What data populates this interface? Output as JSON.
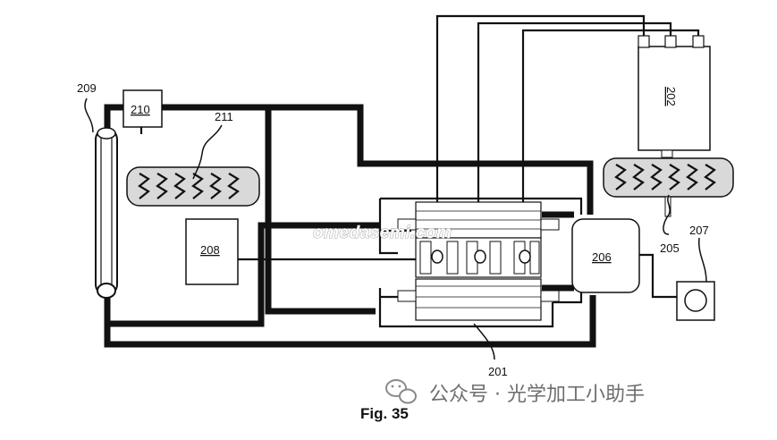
{
  "figure_label": "Fig. 35",
  "watermark_text": "omedasemi.com",
  "footer_caption": "公众号 · 光学加工小助手",
  "refs": {
    "r201": "201",
    "r202": "202",
    "r205": "205",
    "r206": "206",
    "r207": "207",
    "r208": "208",
    "r209": "209",
    "r210": "210",
    "r211": "211"
  },
  "colors": {
    "line": "#111111",
    "panel": "#d9d9d9",
    "fill": "#ffffff"
  },
  "icons": [
    "wechat-icon"
  ]
}
